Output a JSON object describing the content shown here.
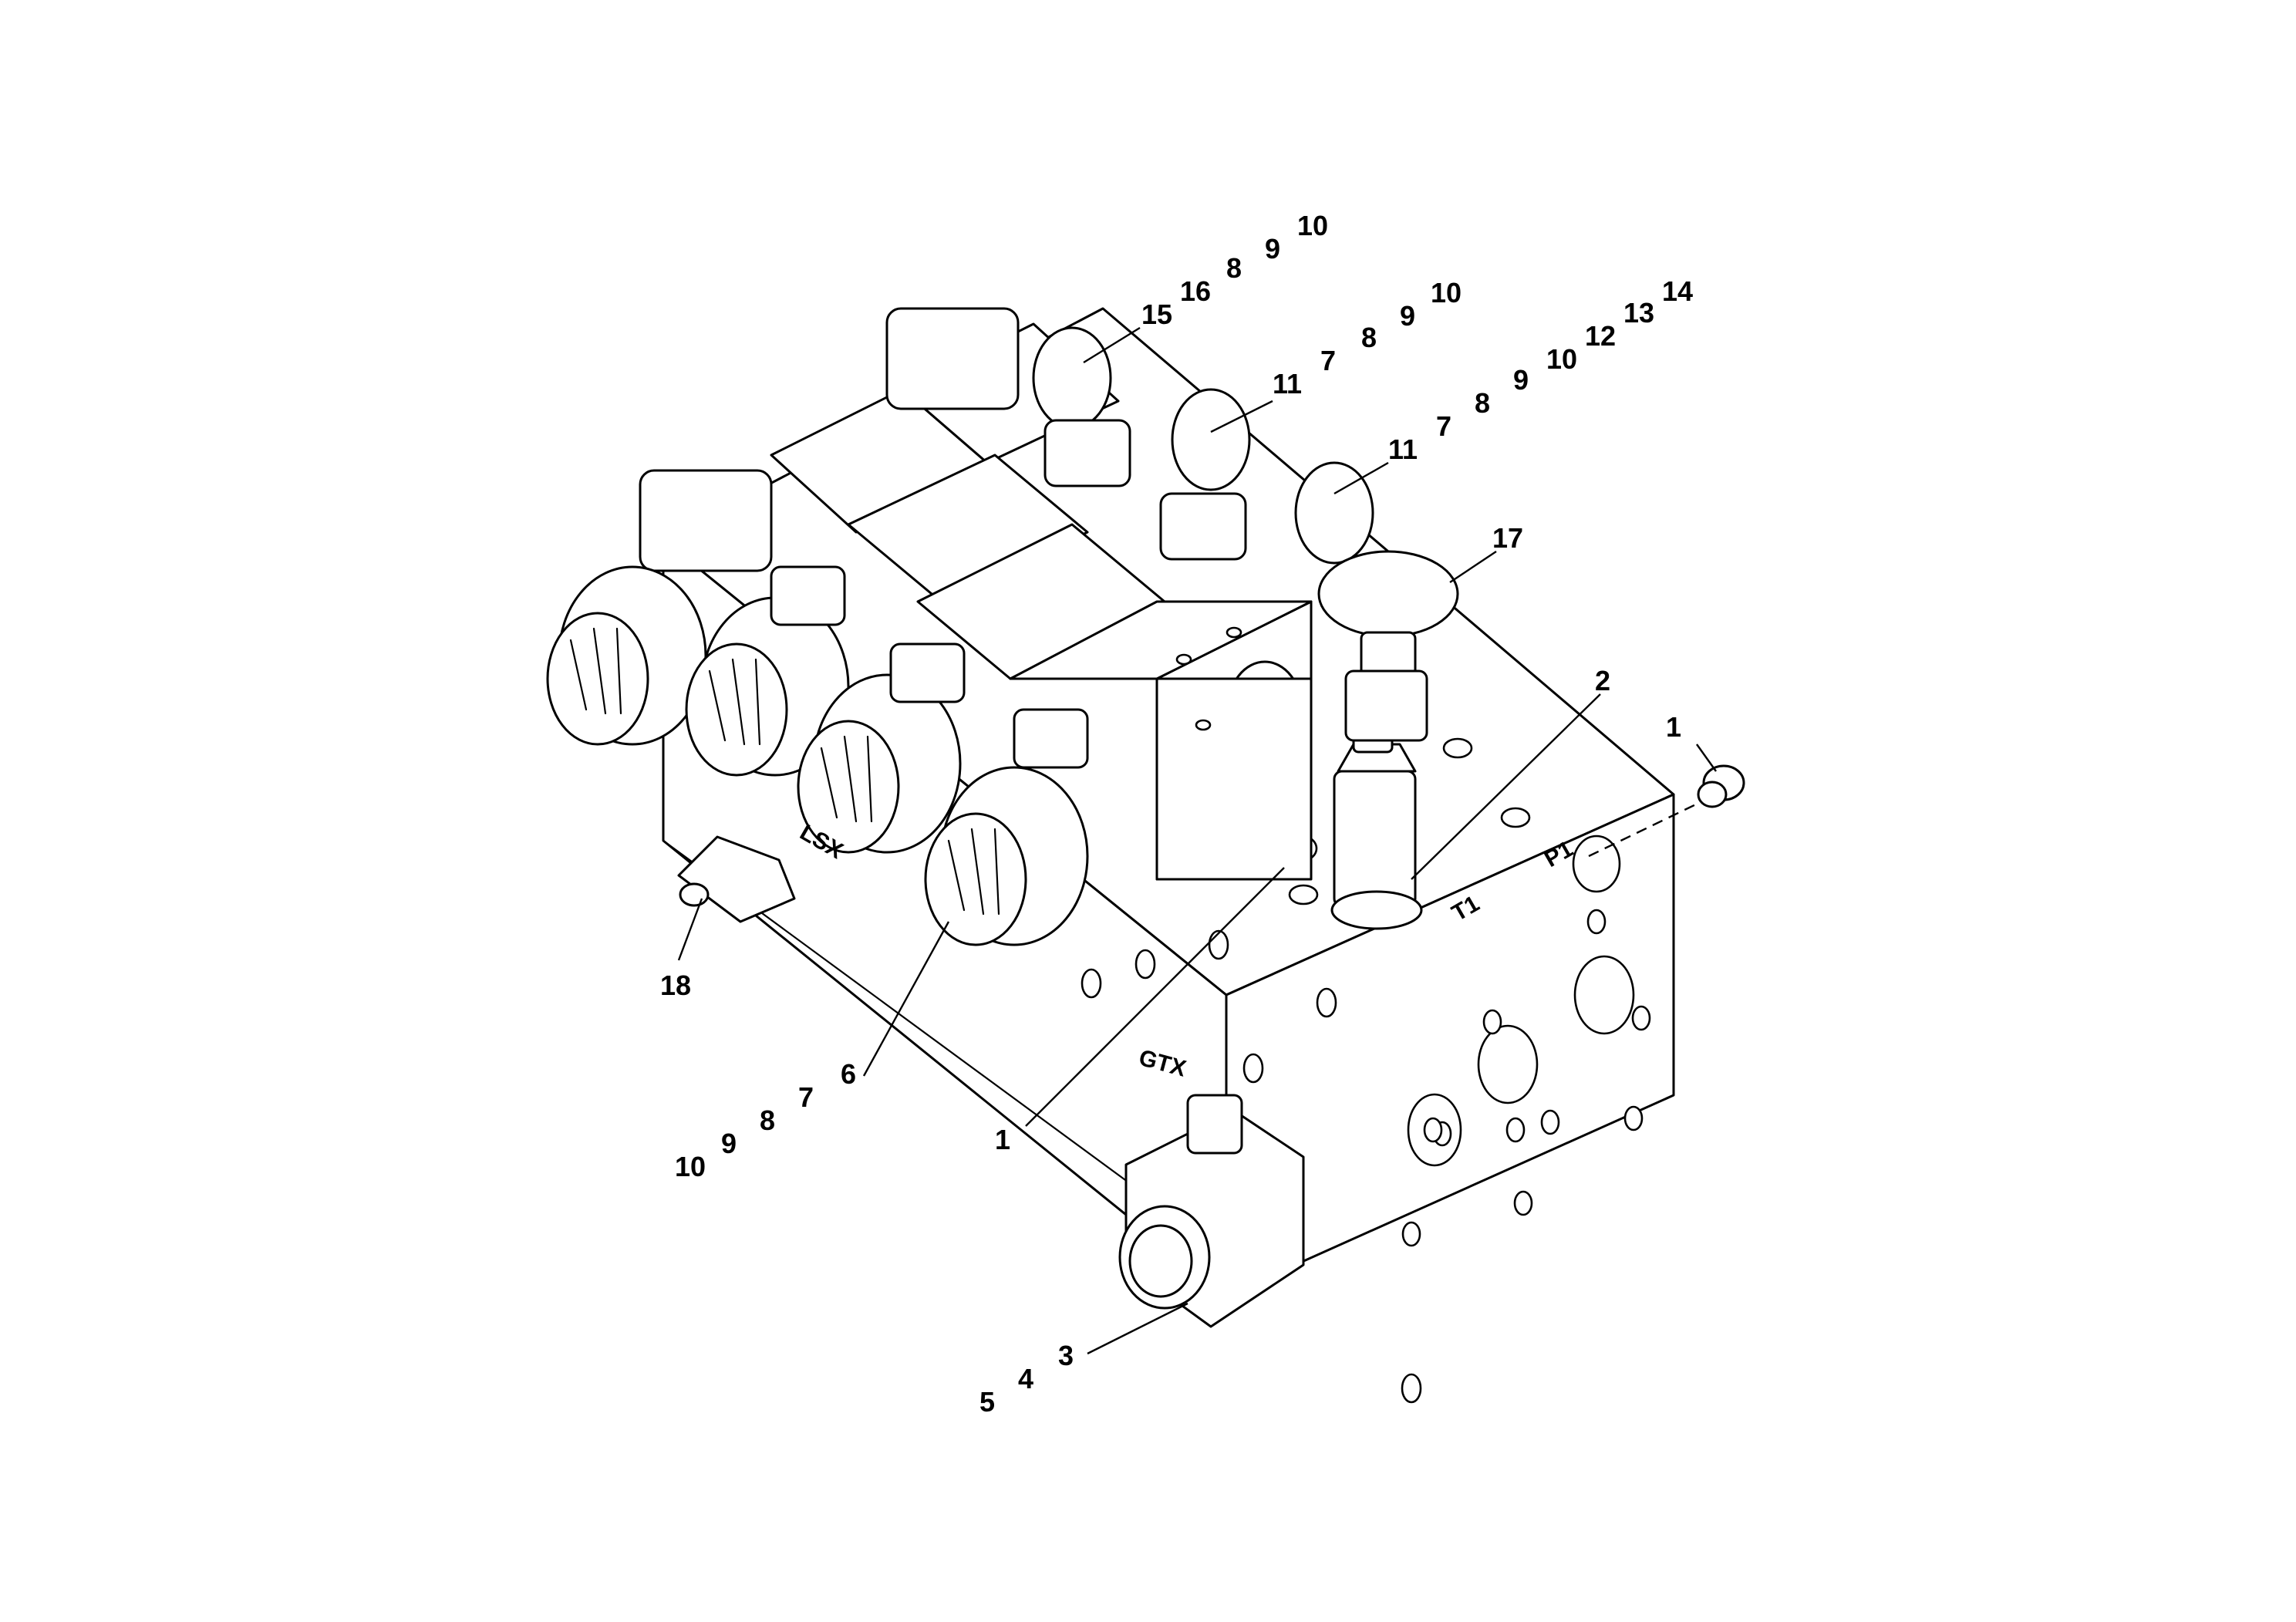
{
  "port_labels": {
    "lsx": "LSX",
    "t1": "T1",
    "p1": "P1",
    "gtx": "GTX"
  },
  "callouts": {
    "top_row_1": [
      "15",
      "16",
      "8",
      "9",
      "10"
    ],
    "top_row_2": [
      "11",
      "7",
      "8",
      "9",
      "10"
    ],
    "top_row_3": [
      "11",
      "7",
      "8",
      "9",
      "10",
      "12",
      "13",
      "14"
    ],
    "n17": "17",
    "n2": "2",
    "n1_right": "1",
    "n18": "18",
    "left_row": [
      "10",
      "9",
      "8",
      "7",
      "6"
    ],
    "n1_center": "1",
    "bottom_row": [
      "5",
      "4",
      "3"
    ]
  }
}
